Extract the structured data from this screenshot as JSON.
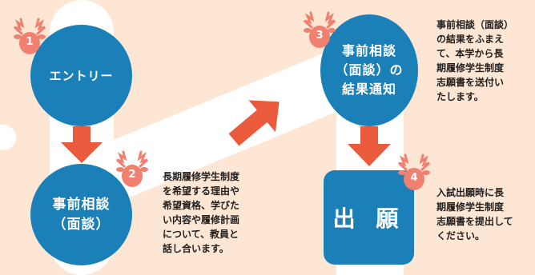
{
  "colors": {
    "background": "#fde6d4",
    "blue": "#1b7fb8",
    "orange": "#ea5a3c",
    "band": "#ffffff",
    "badge": "#f08070"
  },
  "steps": [
    {
      "number": "1",
      "title": "エントリー"
    },
    {
      "number": "2",
      "title_lines": [
        "事前相談",
        "（面談）"
      ],
      "description_lines": [
        "長期履修学生制度",
        "を希望する理由や",
        "希望資格、学びた",
        "い内容や履修計画",
        "について、教員と",
        "話し合います。"
      ]
    },
    {
      "number": "3",
      "title_lines": [
        "事前相談",
        "（面談）の",
        "結果通知"
      ],
      "description_lines": [
        "事前相談（面談）",
        "の結果をふまえ",
        "て、本学から長",
        "期履修学生制度",
        "志願書を送付い",
        "たします。"
      ]
    },
    {
      "number": "4",
      "title": "出 願",
      "description_lines": [
        "入試出願時に長",
        "期履修学生制度",
        "志願書を提出して",
        "ください。"
      ]
    }
  ],
  "icons": {
    "badge": "reindeer-head-icon",
    "arrow": "arrow-icon"
  }
}
